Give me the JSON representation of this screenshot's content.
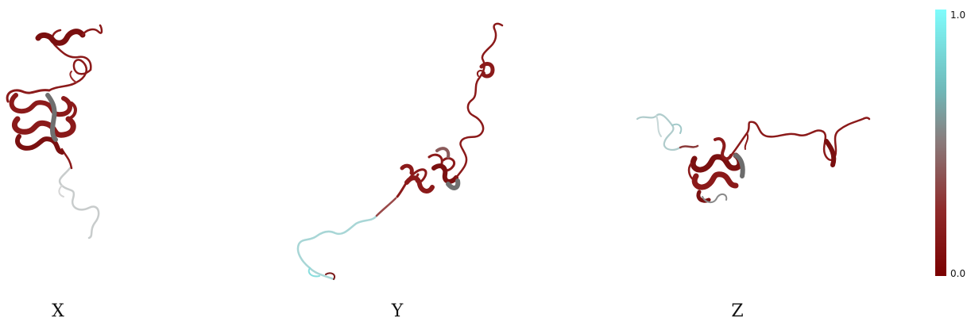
{
  "panels": [
    {
      "label": "X"
    },
    {
      "label": "Y"
    },
    {
      "label": "Z"
    }
  ],
  "colorbar": {
    "max_label": "1.0",
    "min_label": "0.0",
    "colors": {
      "high": "#7ffcfc",
      "mid": "#8a7a7a",
      "low": "#7a0000"
    }
  }
}
